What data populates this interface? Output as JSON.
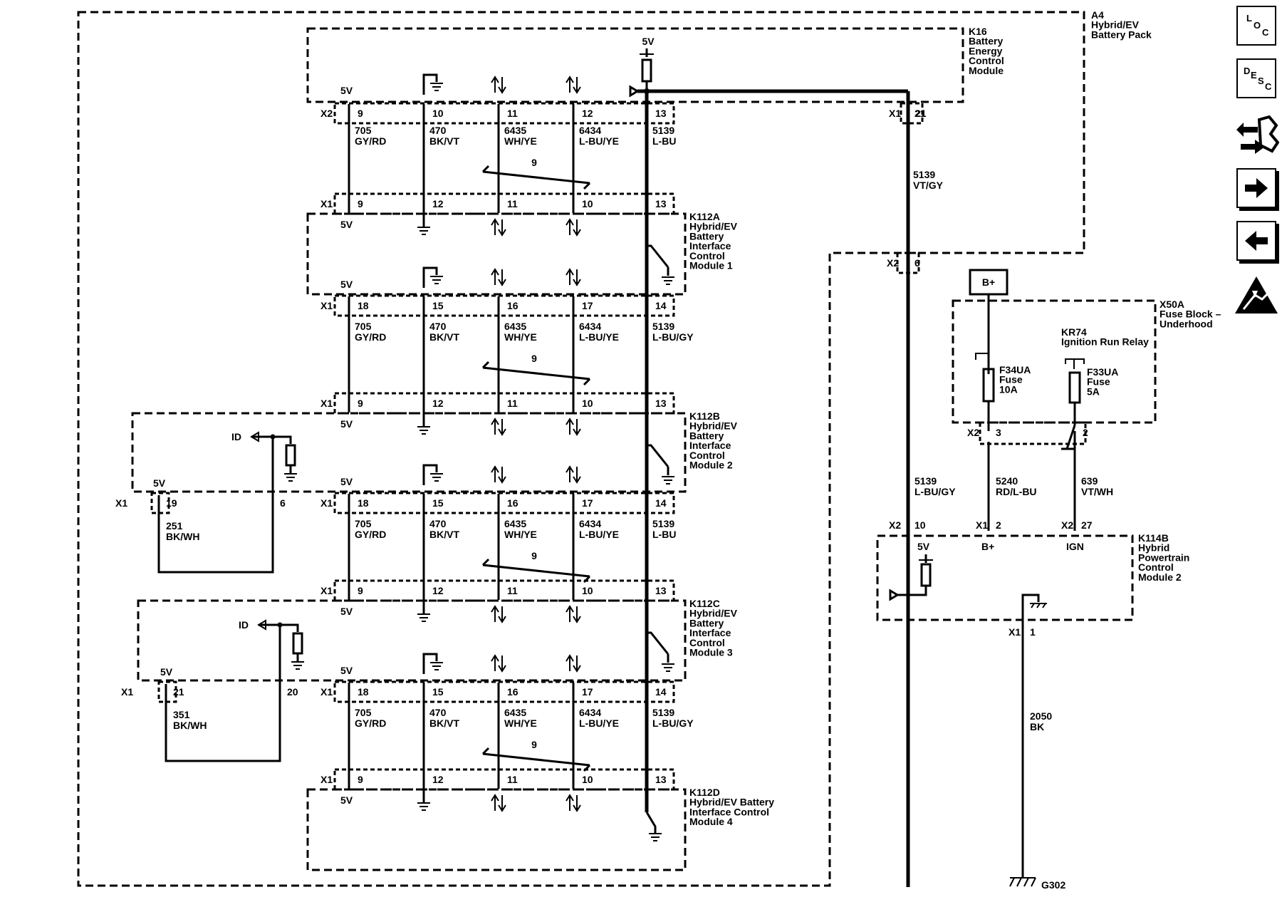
{
  "diagram": {
    "components": {
      "a4": [
        "A4",
        "Hybrid/EV",
        "Battery Pack"
      ],
      "k16": [
        "K16",
        "Battery",
        "Energy",
        "Control",
        "Module"
      ],
      "k112a": [
        "K112A",
        "Hybrid/EV",
        "Battery",
        "Interface",
        "Control",
        "Module 1"
      ],
      "k112b": [
        "K112B",
        "Hybrid/EV",
        "Battery",
        "Interface",
        "Control",
        "Module 2"
      ],
      "k112c": [
        "K112C",
        "Hybrid/EV",
        "Battery",
        "Interface",
        "Control",
        "Module 3"
      ],
      "k112d": [
        "K112D",
        "Hybrid/EV Battery",
        "Interface Control",
        "Module 4"
      ],
      "x50a": [
        "X50A",
        "Fuse Block –",
        "Underhood"
      ],
      "kr74": [
        "KR74",
        "Ignition Run Relay"
      ],
      "k114b": [
        "K114B",
        "Hybrid",
        "Powertrain",
        "Control",
        "Module 2"
      ],
      "f34ua": [
        "F34UA",
        "Fuse",
        "10A"
      ],
      "f33ua": [
        "F33UA",
        "Fuse",
        "5A"
      ]
    },
    "labels": {
      "v5": "5V",
      "id": "ID",
      "bplus": "B+",
      "ign": "IGN",
      "x1": "X1",
      "x2": "X2",
      "g302": "G302",
      "twist": "9"
    },
    "pins": {
      "k16_x2": [
        "9",
        "10",
        "11",
        "12",
        "13"
      ],
      "k112_x1_low": [
        "9",
        "12",
        "11",
        "10",
        "13"
      ],
      "k112_x1_high": [
        "18",
        "15",
        "16",
        "17",
        "14"
      ],
      "k112b_id": [
        "19",
        "6"
      ],
      "k112c_id": [
        "21",
        "20"
      ],
      "k16_x1": "21",
      "a4_x2": "6",
      "x50a_x2": [
        "3",
        "2"
      ],
      "k114b_x2a": "10",
      "k114b_x1b": "2",
      "k114b_x2c": "27",
      "k114b_x1_gnd": "1"
    },
    "wires": {
      "bus_top": [
        {
          "circuit": "705",
          "color": "GY/RD"
        },
        {
          "circuit": "470",
          "color": "BK/VT"
        },
        {
          "circuit": "6435",
          "color": "WH/YE"
        },
        {
          "circuit": "6434",
          "color": "L-BU/YE"
        },
        {
          "circuit": "5139",
          "color": "L-BU"
        }
      ],
      "bus_a": [
        {
          "circuit": "705",
          "color": "GY/RD"
        },
        {
          "circuit": "470",
          "color": "BK/VT"
        },
        {
          "circuit": "6435",
          "color": "WH/YE"
        },
        {
          "circuit": "6434",
          "color": "L-BU/YE"
        },
        {
          "circuit": "5139",
          "color": "L-BU/GY"
        }
      ],
      "bus_b": [
        {
          "circuit": "705",
          "color": "GY/RD"
        },
        {
          "circuit": "470",
          "color": "BK/VT"
        },
        {
          "circuit": "6435",
          "color": "WH/YE"
        },
        {
          "circuit": "6434",
          "color": "L-BU/YE"
        },
        {
          "circuit": "5139",
          "color": "L-BU"
        }
      ],
      "bus_c": [
        {
          "circuit": "705",
          "color": "GY/RD"
        },
        {
          "circuit": "470",
          "color": "BK/VT"
        },
        {
          "circuit": "6435",
          "color": "WH/YE"
        },
        {
          "circuit": "6434",
          "color": "L-BU/YE"
        },
        {
          "circuit": "5139",
          "color": "L-BU/GY"
        }
      ],
      "id_b": {
        "circuit": "251",
        "color": "BK/WH"
      },
      "id_c": {
        "circuit": "351",
        "color": "BK/WH"
      },
      "right_top": {
        "circuit": "5139",
        "color": "VT/GY"
      },
      "right_mid": {
        "circuit": "5139",
        "color": "L-BU/GY"
      },
      "fuse_out": {
        "circuit": "5240",
        "color": "RD/L-BU"
      },
      "relay_out": {
        "circuit": "639",
        "color": "VT/WH"
      },
      "ground": {
        "circuit": "2050",
        "color": "BK"
      }
    }
  },
  "nav": {
    "loc": [
      "L",
      "O",
      "C"
    ],
    "desc": [
      "D",
      "E",
      "S",
      "C"
    ]
  }
}
